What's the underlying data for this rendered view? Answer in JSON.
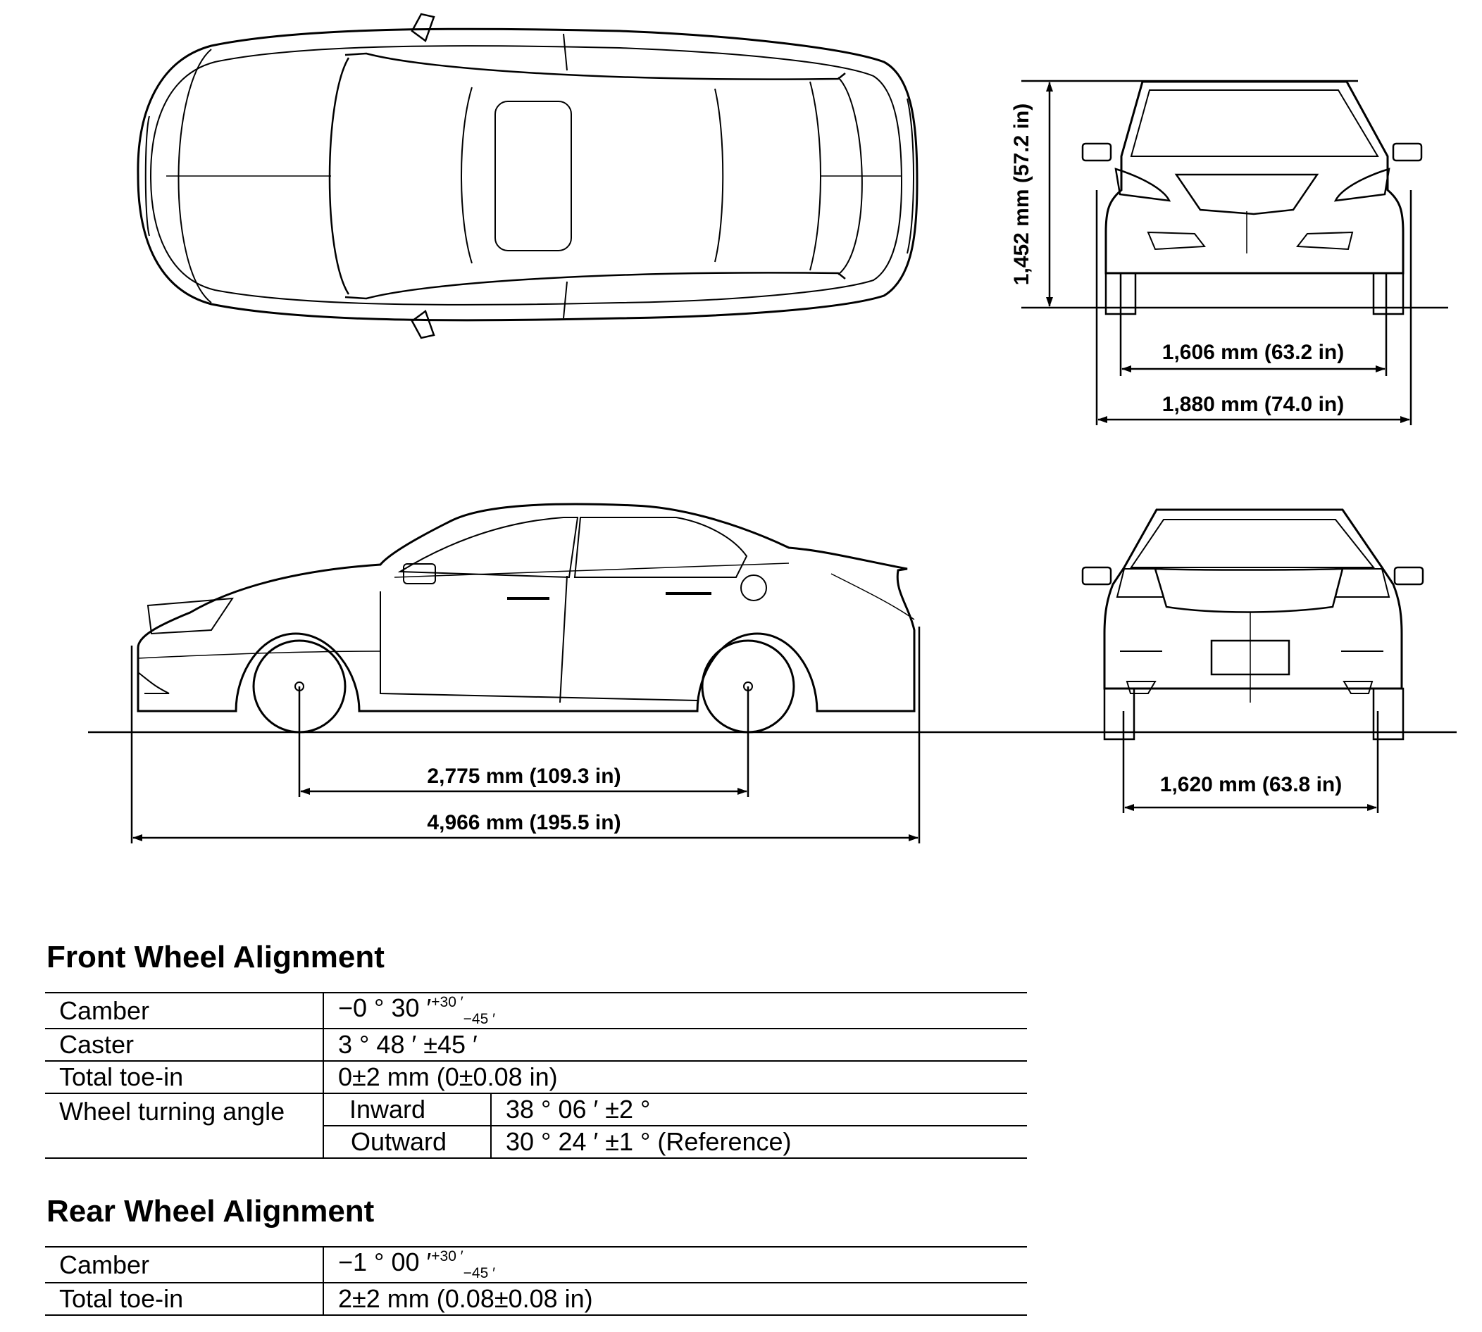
{
  "dimensions": {
    "height": "1,452 mm (57.2 in)",
    "front_tread": "1,606 mm (63.2 in)",
    "width": "1,880 mm (74.0 in)",
    "wheelbase": "2,775 mm (109.3 in)",
    "length": "4,966 mm (195.5 in)",
    "rear_tread": "1,620 mm (63.8 in)"
  },
  "front_alignment": {
    "title": "Front Wheel Alignment",
    "camber_label": "Camber",
    "camber_value": "−0 ° 30 ′",
    "camber_tol_plus": "+30 ′",
    "camber_tol_minus": "−45 ′",
    "caster_label": "Caster",
    "caster_value": "3 ° 48 ′ ±45 ′",
    "toe_label": "Total toe-in",
    "toe_value": "0±2 mm (0±0.08 in)",
    "turning_label": "Wheel turning angle",
    "inward_label": "Inward",
    "inward_value": "38 ° 06 ′ ±2 °",
    "outward_label": "Outward",
    "outward_value": "30 ° 24 ′ ±1 ° (Reference)"
  },
  "rear_alignment": {
    "title": "Rear Wheel Alignment",
    "camber_label": "Camber",
    "camber_value": "−1 ° 00 ′",
    "camber_tol_plus": "+30 ′",
    "camber_tol_minus": "−45 ′",
    "toe_label": "Total toe-in",
    "toe_value": "2±2 mm (0.08±0.08 in)"
  }
}
